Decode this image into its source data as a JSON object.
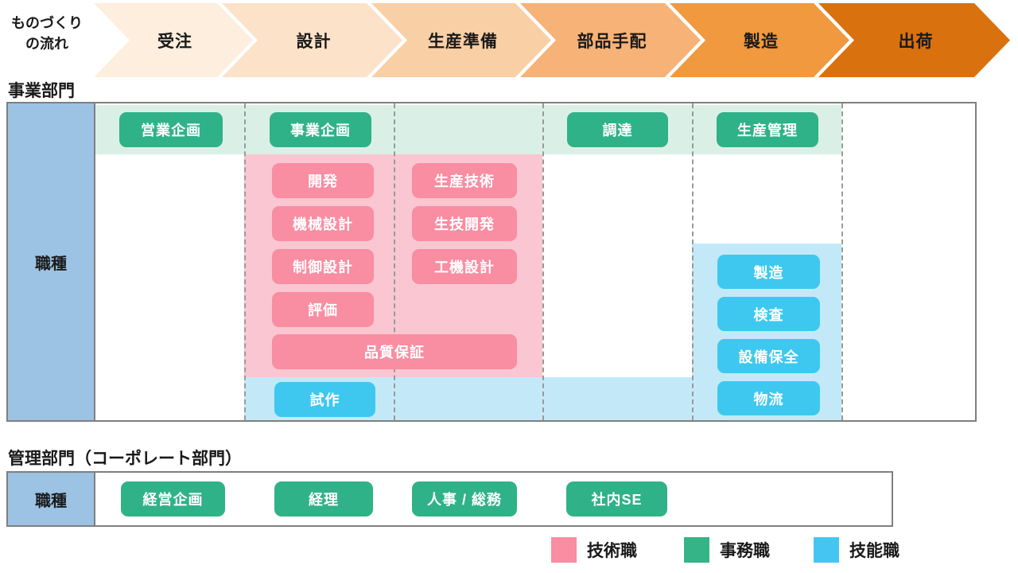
{
  "flow": {
    "title_line1": "ものづくり",
    "title_line2": "の流れ",
    "stages": [
      {
        "label": "受注",
        "color": "#fdeede"
      },
      {
        "label": "設計",
        "color": "#fbe2c9"
      },
      {
        "label": "生産準備",
        "color": "#f9cfa5"
      },
      {
        "label": "部品手配",
        "color": "#f6b277"
      },
      {
        "label": "製造",
        "color": "#f0993e"
      },
      {
        "label": "出荷",
        "color": "#d9710e"
      }
    ]
  },
  "business_section": {
    "title": "事業部門",
    "row_header": "職種",
    "clerical_jobs": [
      "営業企画",
      "事業企画",
      "調達",
      "生産管理"
    ],
    "technical_jobs_design": [
      "開発",
      "機械設計",
      "制御設計",
      "評価"
    ],
    "technical_jobs_production_prep": [
      "生産技術",
      "生技開発",
      "工機設計"
    ],
    "technical_job_span": "品質保証",
    "skilled_job_design": "試作",
    "skilled_jobs_manufacturing": [
      "製造",
      "検査",
      "設備保全",
      "物流"
    ]
  },
  "corporate_section": {
    "title": "管理部門（コーポレート部門）",
    "row_header": "職種",
    "jobs": [
      "経営企画",
      "経理",
      "人事 / 総務",
      "社内SE"
    ]
  },
  "legend": {
    "items": [
      {
        "label": "技術職",
        "color": "#f98da1"
      },
      {
        "label": "事務職",
        "color": "#35b587"
      },
      {
        "label": "技能職",
        "color": "#45c6f1"
      }
    ]
  },
  "colors": {
    "clerical_button": "#2fb287",
    "clerical_band": "#daf0e6",
    "technical_button": "#f98da2",
    "technical_band": "#f9c6d1",
    "skilled_button": "#3ec8f0",
    "skilled_band": "#c3e9f9",
    "row_header_cell": "#9cc2e4",
    "table_border": "#7f7f7f"
  }
}
